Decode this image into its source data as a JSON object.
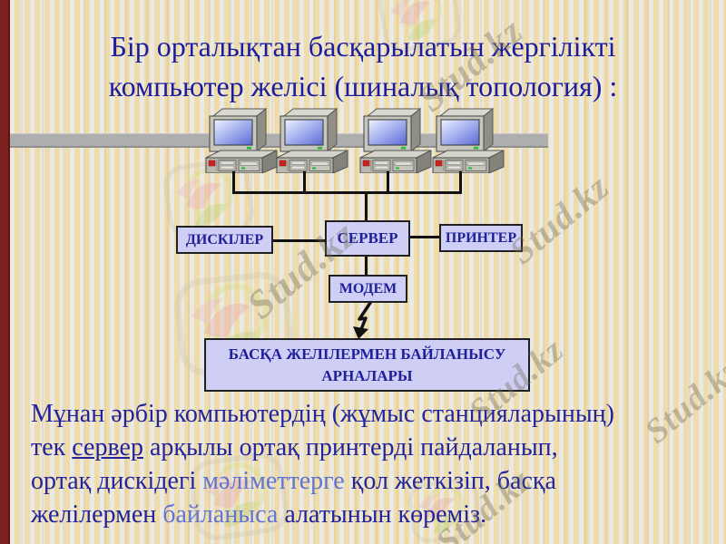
{
  "watermark_text": "Stud.kz",
  "title": {
    "lines": [
      "Бір орталықтан басқарылатын жергілікті",
      "компьютер желісі (шиналық топология) :"
    ]
  },
  "diagram": {
    "workstation_count": 4,
    "workstation_icon": "desktop-computer-icon",
    "nodes": {
      "disks": "ДИСКІЛЕР",
      "server": "СЕРВЕР",
      "printer": "ПРИНТЕР",
      "modem": "МОДЕМ",
      "channels": "БАСҚА ЖЕЛІЛЕРМЕН БАЙЛАНЫСУ АРНАЛАРЫ"
    }
  },
  "paragraph": {
    "lines": [
      [
        {
          "t": "Мұнан әрбір компьютердің (жұмыс станцияларының)",
          "s": "n"
        }
      ],
      [
        {
          "t": "тек ",
          "s": "n"
        },
        {
          "t": "сервер",
          "s": "u"
        },
        {
          "t": " арқылы ортақ принтерді пайдаланып,",
          "s": "n"
        }
      ],
      [
        {
          "t": "ортақ дискідегі ",
          "s": "n"
        },
        {
          "t": "мәліметтерге",
          "s": "l"
        },
        {
          "t": " қол жеткізіп, басқа",
          "s": "n"
        }
      ],
      [
        {
          "t": "желілермен ",
          "s": "n"
        },
        {
          "t": "байланыса",
          "s": "l"
        },
        {
          "t": " алатынын көреміз.",
          "s": "n"
        }
      ]
    ]
  },
  "colors": {
    "title_text": "#1c1c9c",
    "body_text": "#23239b",
    "light_word": "#6273d0",
    "box_fill": "#cfcff5",
    "box_border": "#202020",
    "box_text": "#20209a",
    "left_strip": "#7d2020",
    "divider_bar": "#aeaeae",
    "connector": "#111111",
    "screen_blue": "#5a6ad4"
  }
}
